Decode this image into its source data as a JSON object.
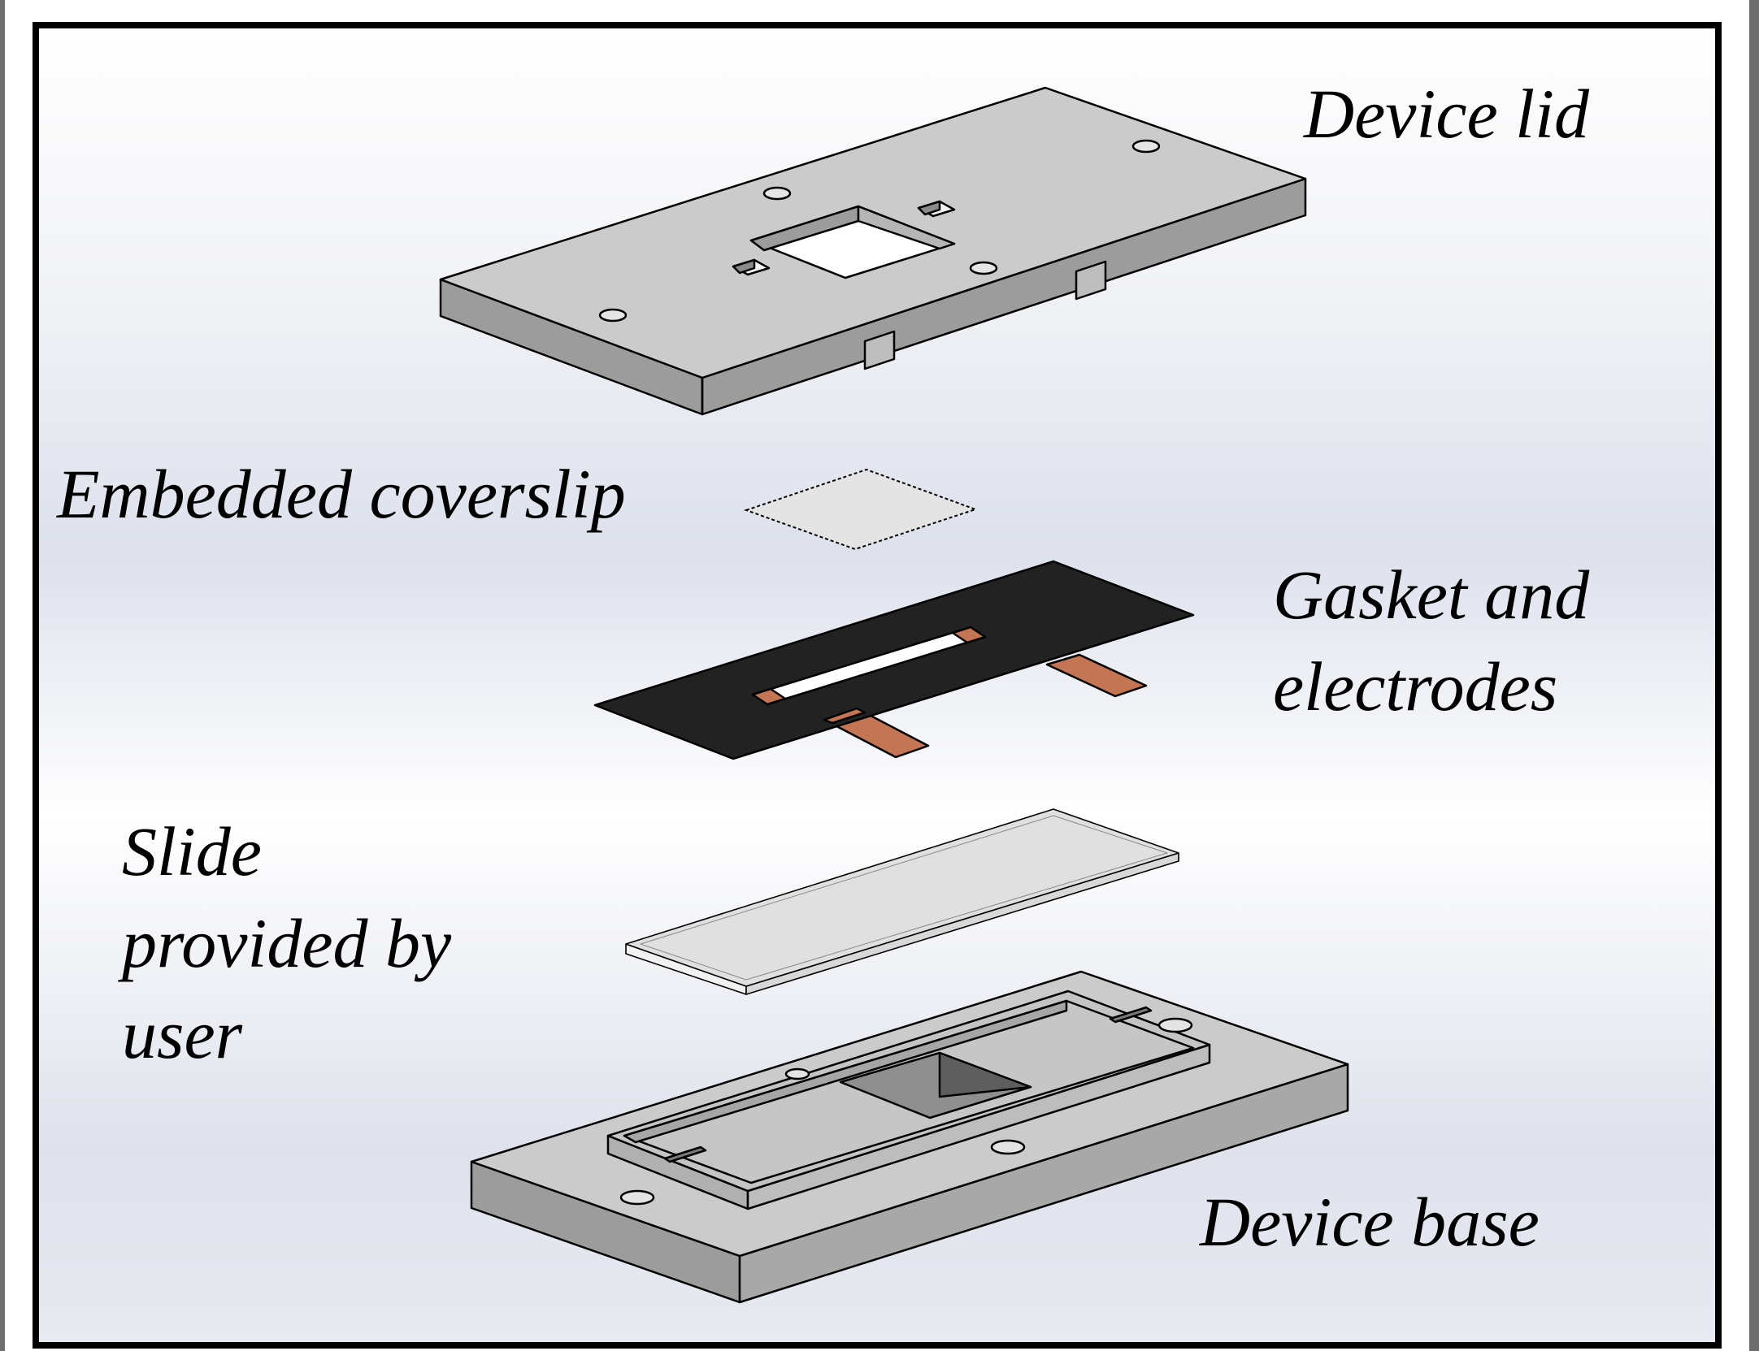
{
  "labels": {
    "device_lid": "Device lid",
    "embedded_coverslip": "Embedded coverslip",
    "gasket_line1": "Gasket and",
    "gasket_line2": "electrodes",
    "slide_line1": "Slide",
    "slide_line2": "provided by",
    "slide_line3": "user",
    "device_base": "Device base"
  },
  "colors": {
    "background_top": "#ffffff",
    "background_mid": "#dde2ee",
    "part_top": "#cacaca",
    "part_front": "#9e9e9e",
    "part_side": "#b2b2b2",
    "gasket": "#222222",
    "electrode": "#c47554",
    "glass": "#e2e2e2",
    "frame_border": "#000000",
    "outer_border": "#6e6e6e"
  }
}
